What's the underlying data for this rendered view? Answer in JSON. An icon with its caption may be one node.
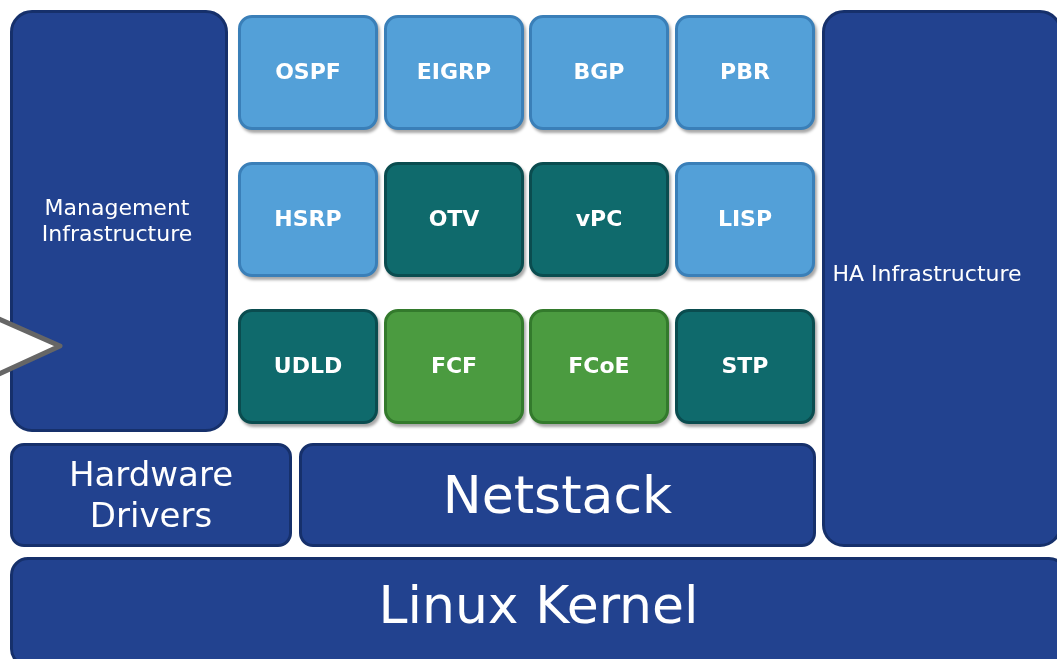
{
  "diagram": {
    "nodes": [
      {
        "text": [
          "Management Infrastructure"
        ]
      },
      {
        "text": [
          "OSPF"
        ]
      },
      {
        "text": [
          "EIGRP"
        ]
      },
      {
        "text": [
          "BGP"
        ]
      },
      {
        "text": [
          "PBR"
        ]
      },
      {
        "text": [
          "HA Infrastructure"
        ]
      },
      {
        "text": [
          "HSRP"
        ]
      },
      {
        "text": [
          "OTV"
        ]
      },
      {
        "text": [
          "vPC"
        ]
      },
      {
        "text": [
          "LISP"
        ]
      },
      {
        "text": [
          "UDLD"
        ]
      },
      {
        "text": [
          "FCF"
        ]
      },
      {
        "text": [
          "FCoE"
        ]
      },
      {
        "text": [
          "STP"
        ]
      },
      {
        "text": [
          "Hardware Drivers"
        ]
      },
      {
        "text": [
          "Netstack"
        ]
      },
      {
        "text": [
          "Linux Kernel"
        ]
      }
    ]
  }
}
